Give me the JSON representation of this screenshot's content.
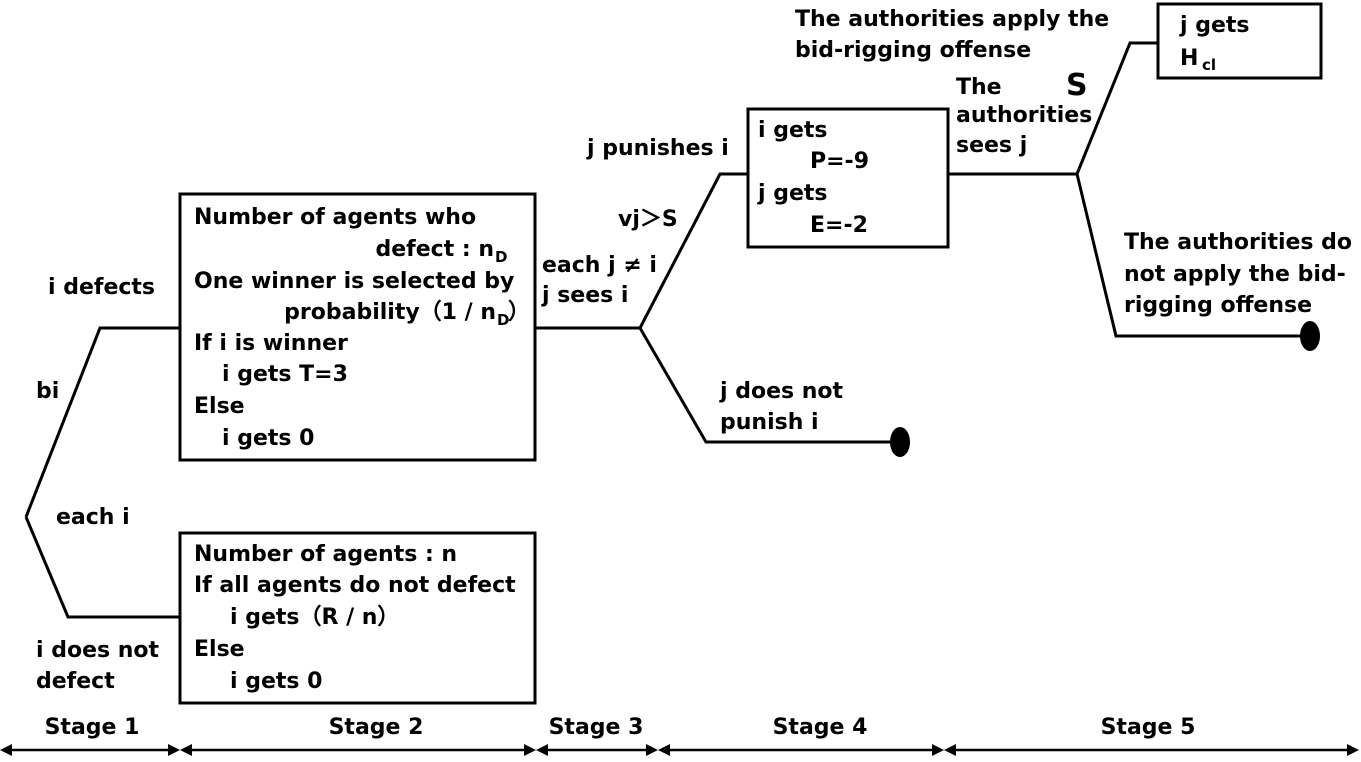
{
  "tree": {
    "labels": {
      "bi": "bi",
      "each_i": "each i",
      "i_defects": "i defects",
      "i_does_not_defect": [
        "i does not",
        "defect"
      ],
      "each_j_sees_i": [
        "each j ≠ i",
        "j sees i"
      ],
      "vj_gt_s": "vj＞S",
      "j_punishes_i": "j punishes i",
      "j_does_not_punish_i": [
        "j does not",
        "punish i"
      ],
      "authorities_see_j": [
        "The",
        "authorities",
        "sees j"
      ],
      "s_label": "S",
      "apply_offense": [
        "The authorities apply the",
        "bid-rigging offense"
      ],
      "not_apply_offense": [
        "The authorities do",
        "not apply the bid-",
        "rigging offense"
      ]
    },
    "boxes": {
      "defect_box": {
        "line1": "Number of agents who",
        "line2_text": "defect : n",
        "line2_sub": "D",
        "line3": "One winner is selected by",
        "line4_text": "probability（1 / n",
        "line4_sub": "D",
        "line4_close": "）",
        "line5": "If i is winner",
        "line6": "i gets T=3",
        "line7": "Else",
        "line8": "i gets 0"
      },
      "cooperate_box": {
        "line1": "Number of agents : n",
        "line2": "If all agents do not defect",
        "line3": "i gets（R / n）",
        "line4": "Else",
        "line5": "i gets 0"
      },
      "punish_box": {
        "line1": "i gets",
        "line2": "P=-9",
        "line3": "j gets",
        "line4": "E=-2"
      },
      "penalty_box": {
        "line1": "j  gets",
        "line2_text": "H",
        "line2_sub": "cl"
      }
    }
  },
  "stages": [
    "Stage 1",
    "Stage 2",
    "Stage 3",
    "Stage 4",
    "Stage 5"
  ]
}
